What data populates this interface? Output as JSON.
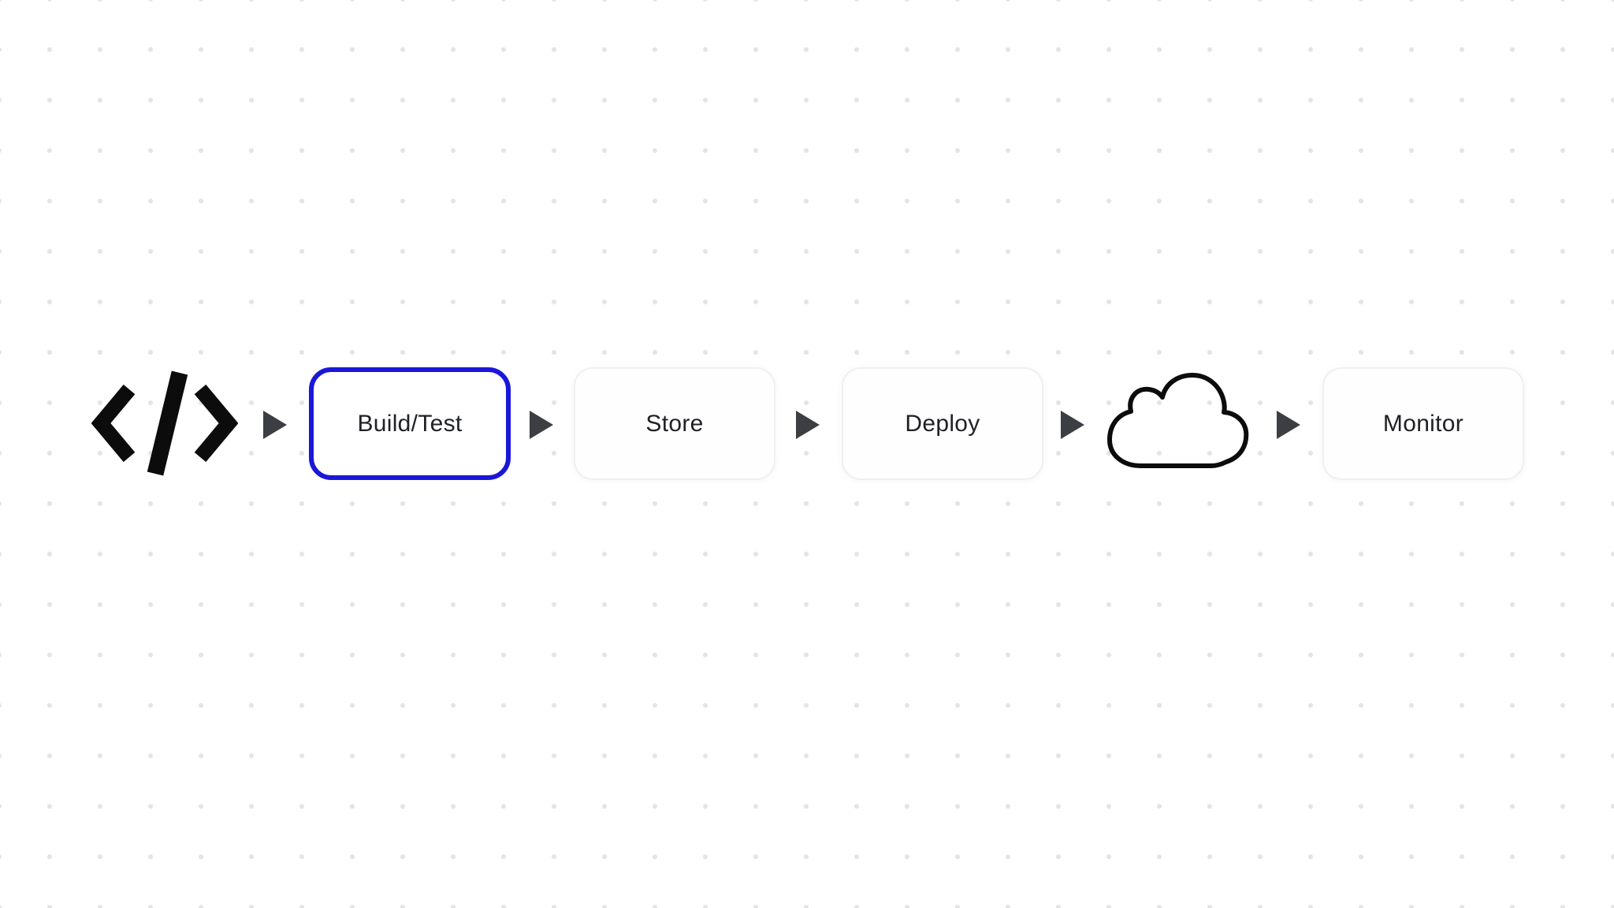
{
  "colors": {
    "background": "#ffffff",
    "dot_grid": "#e4e4e4",
    "accent_selected_border": "#1b17d8",
    "arrow": "#3b3f43",
    "icon_black": "#0c0c0c",
    "label_text": "#202124",
    "box_border": "#f0f0f1"
  },
  "pipeline": {
    "nodes": [
      {
        "type": "icon",
        "icon": "code-icon"
      },
      {
        "type": "box",
        "label": "Build/Test",
        "selected": true
      },
      {
        "type": "box",
        "label": "Store",
        "selected": false
      },
      {
        "type": "box",
        "label": "Deploy",
        "selected": false
      },
      {
        "type": "icon",
        "icon": "cloud-icon"
      },
      {
        "type": "box",
        "label": "Monitor",
        "selected": false
      }
    ],
    "connector_icon": "arrow-right-icon",
    "connector_count": 5
  }
}
